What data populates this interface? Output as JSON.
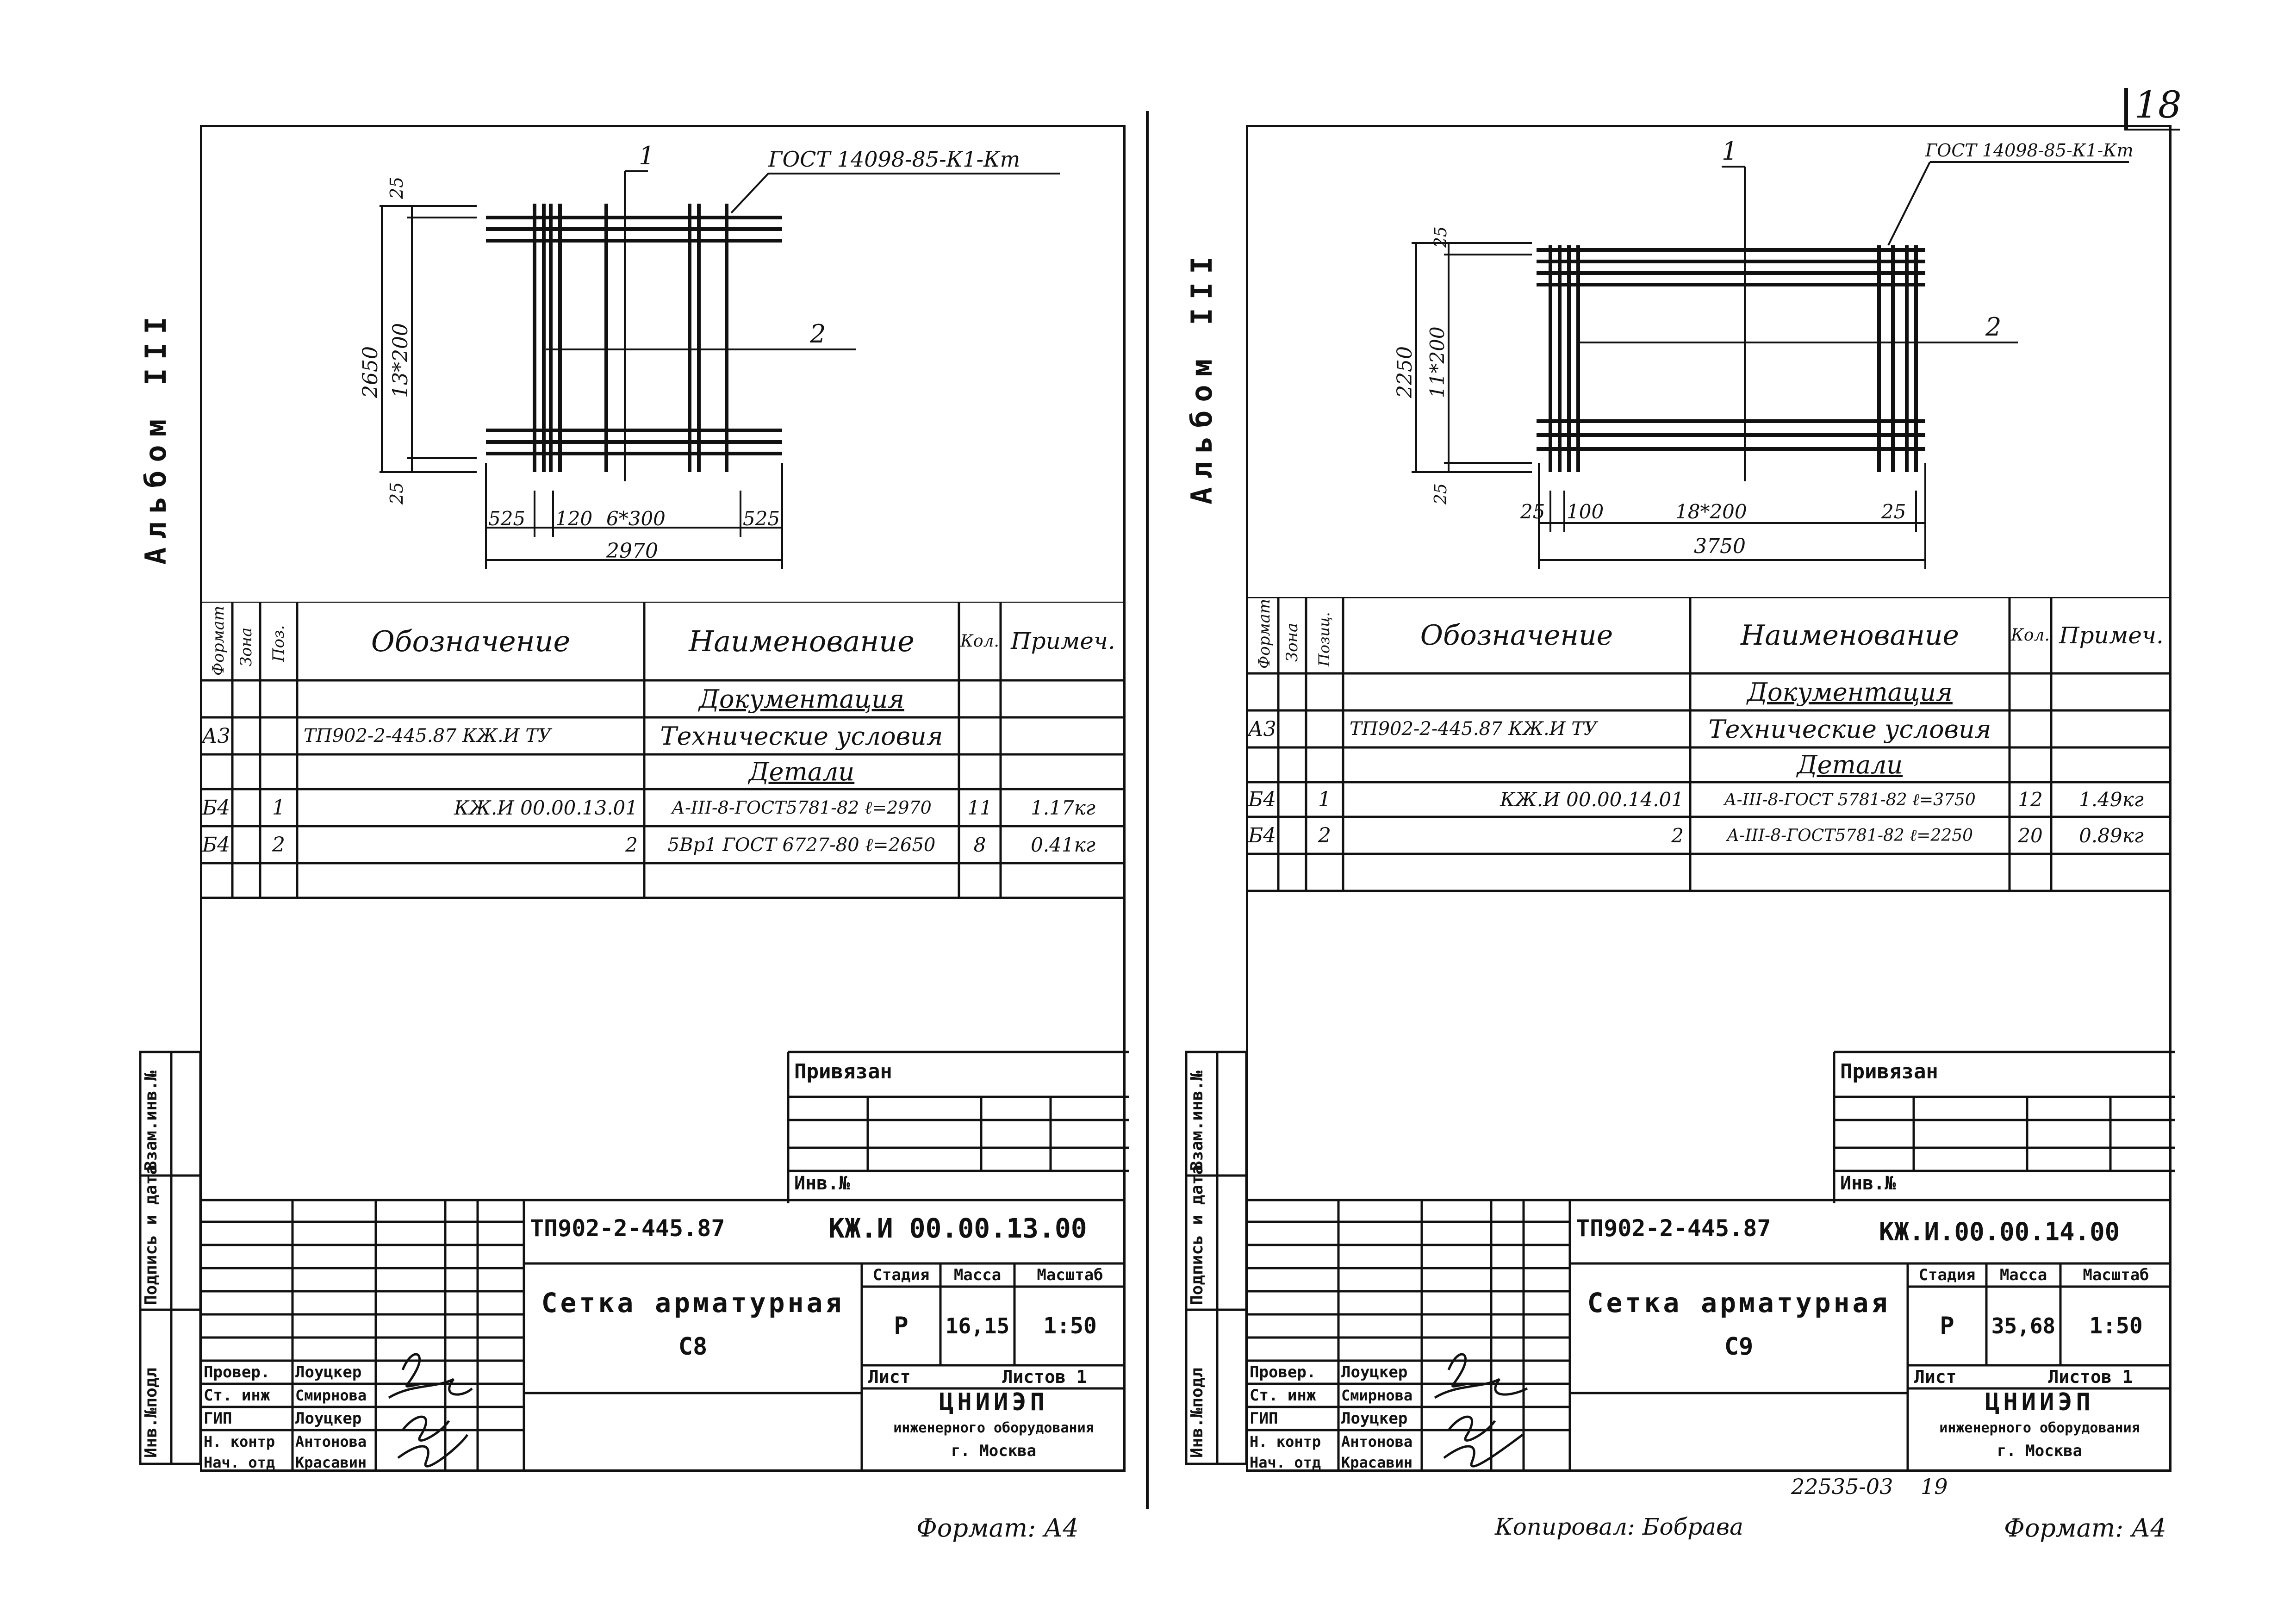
{
  "page_number": "18",
  "left": {
    "album_label": "Альбом III",
    "drawing": {
      "gost_note": "ГОСТ 14098-85-К1-Кт",
      "callout_1": "1",
      "callout_2": "2",
      "dim_total_height": "2650",
      "dim_grid_height": "13*200",
      "dim_top": "25",
      "dim_bottom": "25",
      "dim_525_left": "525",
      "dim_120": "120",
      "dim_grid_width": "6*300",
      "dim_525_right": "525",
      "dim_total_width": "2970"
    },
    "spec_headers": {
      "format": "Формат",
      "zone": "Зона",
      "pos": "Поз.",
      "designation": "Обозначение",
      "name": "Наименование",
      "qty": "Кол.",
      "note": "Примеч."
    },
    "spec_rows": [
      {
        "format": "",
        "zone": "",
        "pos": "",
        "designation": "",
        "name": "Документация",
        "qty": "",
        "note": ""
      },
      {
        "format": "А3",
        "zone": "",
        "pos": "",
        "designation": "ТП902-2-445.87 КЖ.И ТУ",
        "name": "Технические условия",
        "qty": "",
        "note": ""
      },
      {
        "format": "",
        "zone": "",
        "pos": "",
        "designation": "",
        "name": "Детали",
        "qty": "",
        "note": ""
      },
      {
        "format": "Б4",
        "zone": "",
        "pos": "1",
        "designation": "КЖ.И 00.00.13.01",
        "name": "А-III-8-ГОСТ5781-82 ℓ=2970",
        "qty": "11",
        "note": "1.17кг"
      },
      {
        "format": "Б4",
        "zone": "",
        "pos": "2",
        "designation": "2",
        "name": "5Вр1 ГОСТ 6727-80 ℓ=2650",
        "qty": "8",
        "note": "0.41кг"
      }
    ],
    "side_stamp": {
      "col1": "Инв.№подл",
      "col2": "Подпись и дата",
      "col3": "Взам.инв.№"
    },
    "privyazan": "Привязан",
    "inv_no": "Инв.№",
    "project_code": "ТП902-2-445.87",
    "doc_code": "КЖ.И 00.00.13.00",
    "title_line1": "Сетка арматурная",
    "title_line2": "С8",
    "stage_header": "Стадия",
    "mass_header": "Масса",
    "scale_header": "Масштаб",
    "stage": "Р",
    "mass": "16,15",
    "scale": "1:50",
    "sheet_label": "Лист",
    "sheets_label": "Листов 1",
    "org_line1": "ЦНИИЭП",
    "org_line2": "инженерного оборудования",
    "org_line3": "г. Москва",
    "roles": [
      {
        "role": "Провер.",
        "name": "Лоуцкер"
      },
      {
        "role": "Ст. инж",
        "name": "Смирнова"
      },
      {
        "role": "ГИП",
        "name": "Лоуцкер"
      },
      {
        "role": "Н. контр",
        "name": "Антонова"
      },
      {
        "role": "Нач. отд",
        "name": "Красавин"
      }
    ],
    "format_note": "Формат: А4"
  },
  "right": {
    "album_label": "Альбом III",
    "drawing": {
      "gost_note": "ГОСТ 14098-85-К1-Кт",
      "callout_1": "1",
      "callout_2": "2",
      "dim_total_height": "2250",
      "dim_grid_height": "11*200",
      "dim_top": "25",
      "dim_bottom": "25",
      "dim_25_left": "25",
      "dim_100": "100",
      "dim_grid_width": "18*200",
      "dim_25_right": "25",
      "dim_total_width": "3750"
    },
    "spec_headers": {
      "format": "Формат",
      "zone": "Зона",
      "pos": "Позиц.",
      "designation": "Обозначение",
      "name": "Наименование",
      "qty": "Кол.",
      "note": "Примеч."
    },
    "spec_rows": [
      {
        "format": "",
        "zone": "",
        "pos": "",
        "designation": "",
        "name": "Документация",
        "qty": "",
        "note": ""
      },
      {
        "format": "А3",
        "zone": "",
        "pos": "",
        "designation": "ТП902-2-445.87 КЖ.И ТУ",
        "name": "Технические условия",
        "qty": "",
        "note": ""
      },
      {
        "format": "",
        "zone": "",
        "pos": "",
        "designation": "",
        "name": "Детали",
        "qty": "",
        "note": ""
      },
      {
        "format": "Б4",
        "zone": "",
        "pos": "1",
        "designation": "КЖ.И 00.00.14.01",
        "name": "А-III-8-ГОСТ 5781-82 ℓ=3750",
        "qty": "12",
        "note": "1.49кг"
      },
      {
        "format": "Б4",
        "zone": "",
        "pos": "2",
        "designation": "2",
        "name": "А-III-8-ГОСТ5781-82 ℓ=2250",
        "qty": "20",
        "note": "0.89кг"
      }
    ],
    "side_stamp": {
      "col1": "Инв.№подл",
      "col2": "Подпись и дата",
      "col3": "Взам.инв.№"
    },
    "privyazan": "Привязан",
    "inv_no": "Инв.№",
    "project_code": "ТП902-2-445.87",
    "doc_code": "КЖ.И.00.00.14.00",
    "title_line1": "Сетка арматурная",
    "title_line2": "С9",
    "stage_header": "Стадия",
    "mass_header": "Масса",
    "scale_header": "Масштаб",
    "stage": "Р",
    "mass": "35,68",
    "scale": "1:50",
    "sheet_label": "Лист",
    "sheets_label": "Листов 1",
    "org_line1": "ЦНИИЭП",
    "org_line2": "инженерного оборудования",
    "org_line3": "г. Москва",
    "roles": [
      {
        "role": "Провер.",
        "name": "Лоуцкер"
      },
      {
        "role": "Ст. инж",
        "name": "Смирнова"
      },
      {
        "role": "ГИП",
        "name": "Лоуцкер"
      },
      {
        "role": "Н. контр",
        "name": "Антонова"
      },
      {
        "role": "Нач. отд",
        "name": "Красавин"
      }
    ],
    "order_number": "22535-03",
    "order_sheet": "19",
    "copied_by": "Копировал: Бобрава",
    "format_note": "Формат: А4"
  }
}
